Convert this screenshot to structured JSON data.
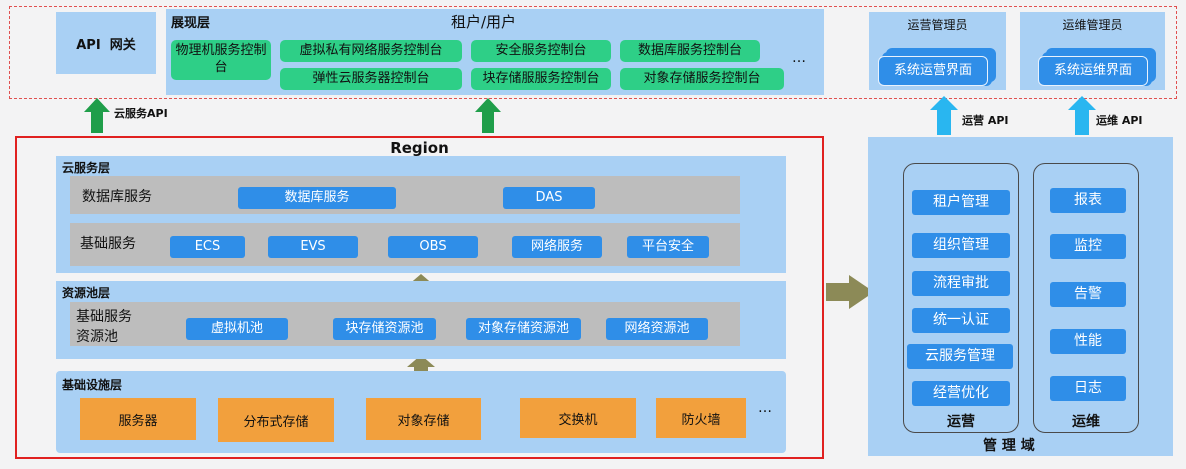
{
  "top": {
    "api_gateway": "API  网关",
    "presentation_layer": "展现层",
    "tenant_user": "租户/用户",
    "consoles": [
      "物理机服务控制台",
      "虚拟私有网络服务控制台",
      "弹性云服务器控制台",
      "安全服务控制台",
      "块存储服服务控制台",
      "数据库服务控制台",
      "对象存储服务控制台"
    ],
    "ellipsis": "…",
    "ops_admin": "运营管理员",
    "ops_ui": "系统运营界面",
    "maint_admin": "运维管理员",
    "maint_ui": "系统运维界面"
  },
  "arrows": {
    "cloud_api": "云服务API",
    "ops_api": "运营 API",
    "maint_api": "运维 API"
  },
  "region": {
    "title": "Region",
    "cloud_layer": "云服务层",
    "db_service_label": "数据库服务",
    "db_items": [
      "数据库服务",
      "DAS"
    ],
    "basic_label": "基础服务",
    "basic_items": [
      "ECS",
      "EVS",
      "OBS",
      "网络服务",
      "平台安全"
    ],
    "pool_layer": "资源池层",
    "pool_label_1": "基础服务",
    "pool_label_2": "资源池",
    "pool_items": [
      "虚拟机池",
      "块存储资源池",
      "对象存储资源池",
      "网络资源池"
    ],
    "infra_layer": "基础设施层",
    "infra_items": [
      "服务器",
      "分布式存储",
      "对象存储",
      "交换机",
      "防火墙"
    ],
    "ellipsis": "…"
  },
  "mgmt": {
    "title": "管 理 域",
    "ops_title": "运营",
    "ops_items": [
      "租户管理",
      "组织管理",
      "流程审批",
      "统一认证",
      "云服务管理",
      "经营优化"
    ],
    "maint_title": "运维",
    "maint_items": [
      "报表",
      "监控",
      "告警",
      "性能",
      "日志"
    ]
  },
  "colors": {
    "light_blue": "#a9d0f4",
    "chip_blue": "#2f8ee8",
    "green": "#2ecf87",
    "orange": "#f2a03d",
    "gray_band": "#bdbdbd",
    "arrow_green": "#1f9e4a",
    "arrow_olive": "#8c8a57",
    "arrow_cyan": "#29b6f0",
    "region_border": "#e02020"
  }
}
